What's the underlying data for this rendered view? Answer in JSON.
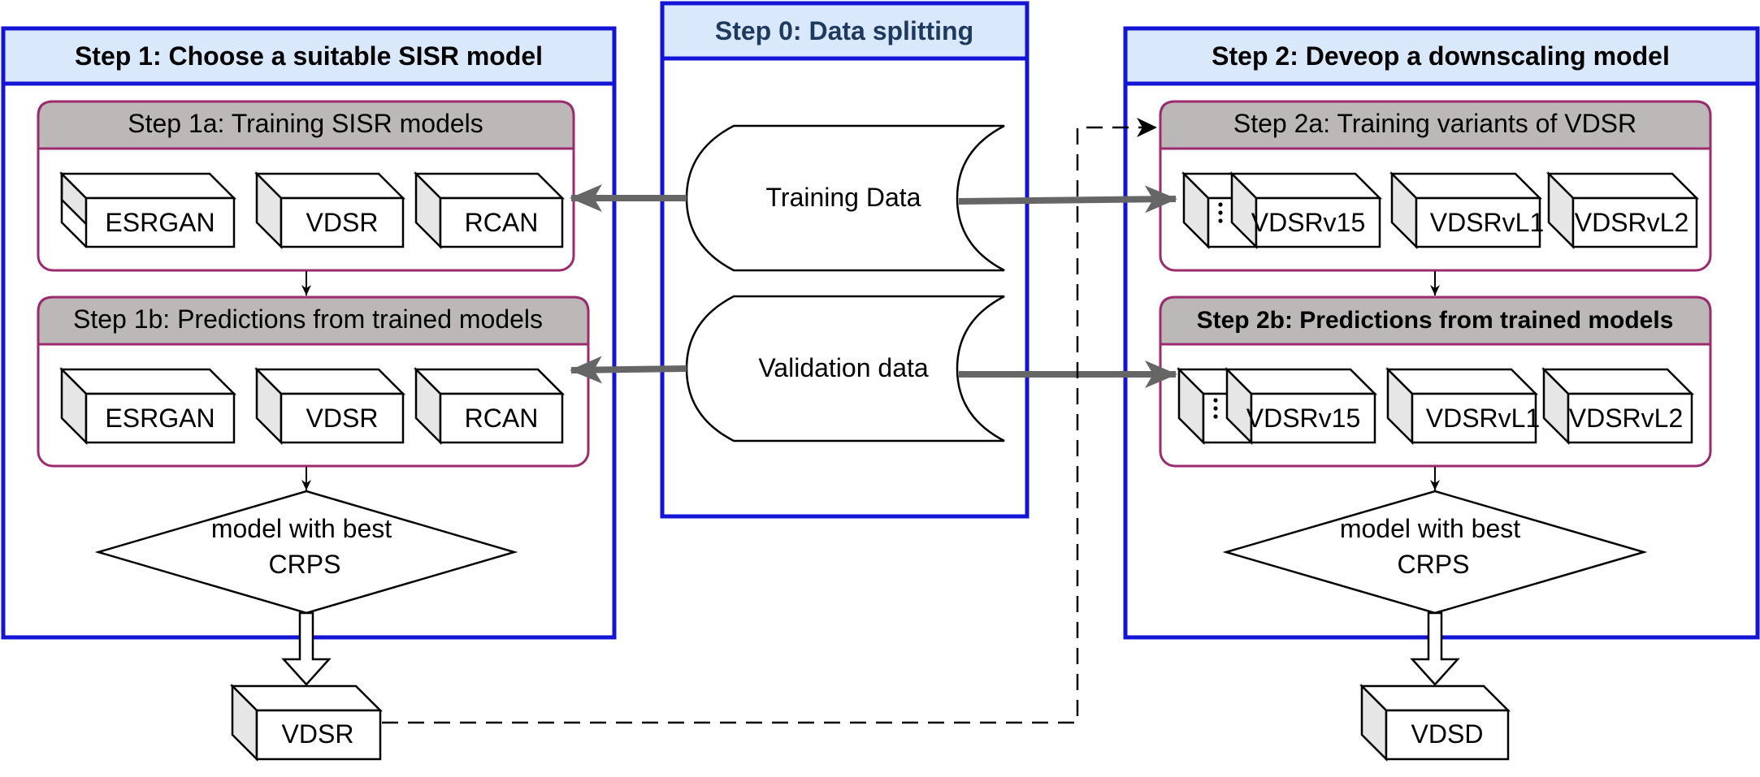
{
  "step0": {
    "title": "Step 0: Data splitting",
    "training": "Training Data",
    "validation": "Validation data"
  },
  "step1": {
    "title": "Step 1: Choose a suitable SISR model",
    "a": {
      "title": "Step 1a: Training SISR models",
      "models": [
        "ESRGAN",
        "VDSR",
        "RCAN"
      ]
    },
    "b": {
      "title": "Step 1b: Predictions from trained models",
      "models": [
        "ESRGAN",
        "VDSR",
        "RCAN"
      ]
    },
    "decision": [
      "model with best",
      "CRPS"
    ],
    "output": "VDSR"
  },
  "step2": {
    "title": "Step 2: Deveop a downscaling model",
    "a": {
      "title": "Step 2a: Training variants of VDSR",
      "models": [
        "VDSRv15",
        "VDSRvL1",
        "VDSRvL2"
      ]
    },
    "b": {
      "title": "Step 2b: Predictions from trained models",
      "models": [
        "VDSRv15",
        "VDSRvL1",
        "VDSRvL2"
      ]
    },
    "decision": [
      "model with best",
      "CRPS"
    ],
    "output": "VDSD"
  },
  "colors": {
    "step_border": "#1414d6",
    "step_header": "#dae8fc",
    "step0_title": "#1e3a5f",
    "sub_border": "#9c2a6e",
    "sub_header": "#bcb8b8",
    "arrow": "#666666",
    "cube_side": "#e6e6e6"
  }
}
